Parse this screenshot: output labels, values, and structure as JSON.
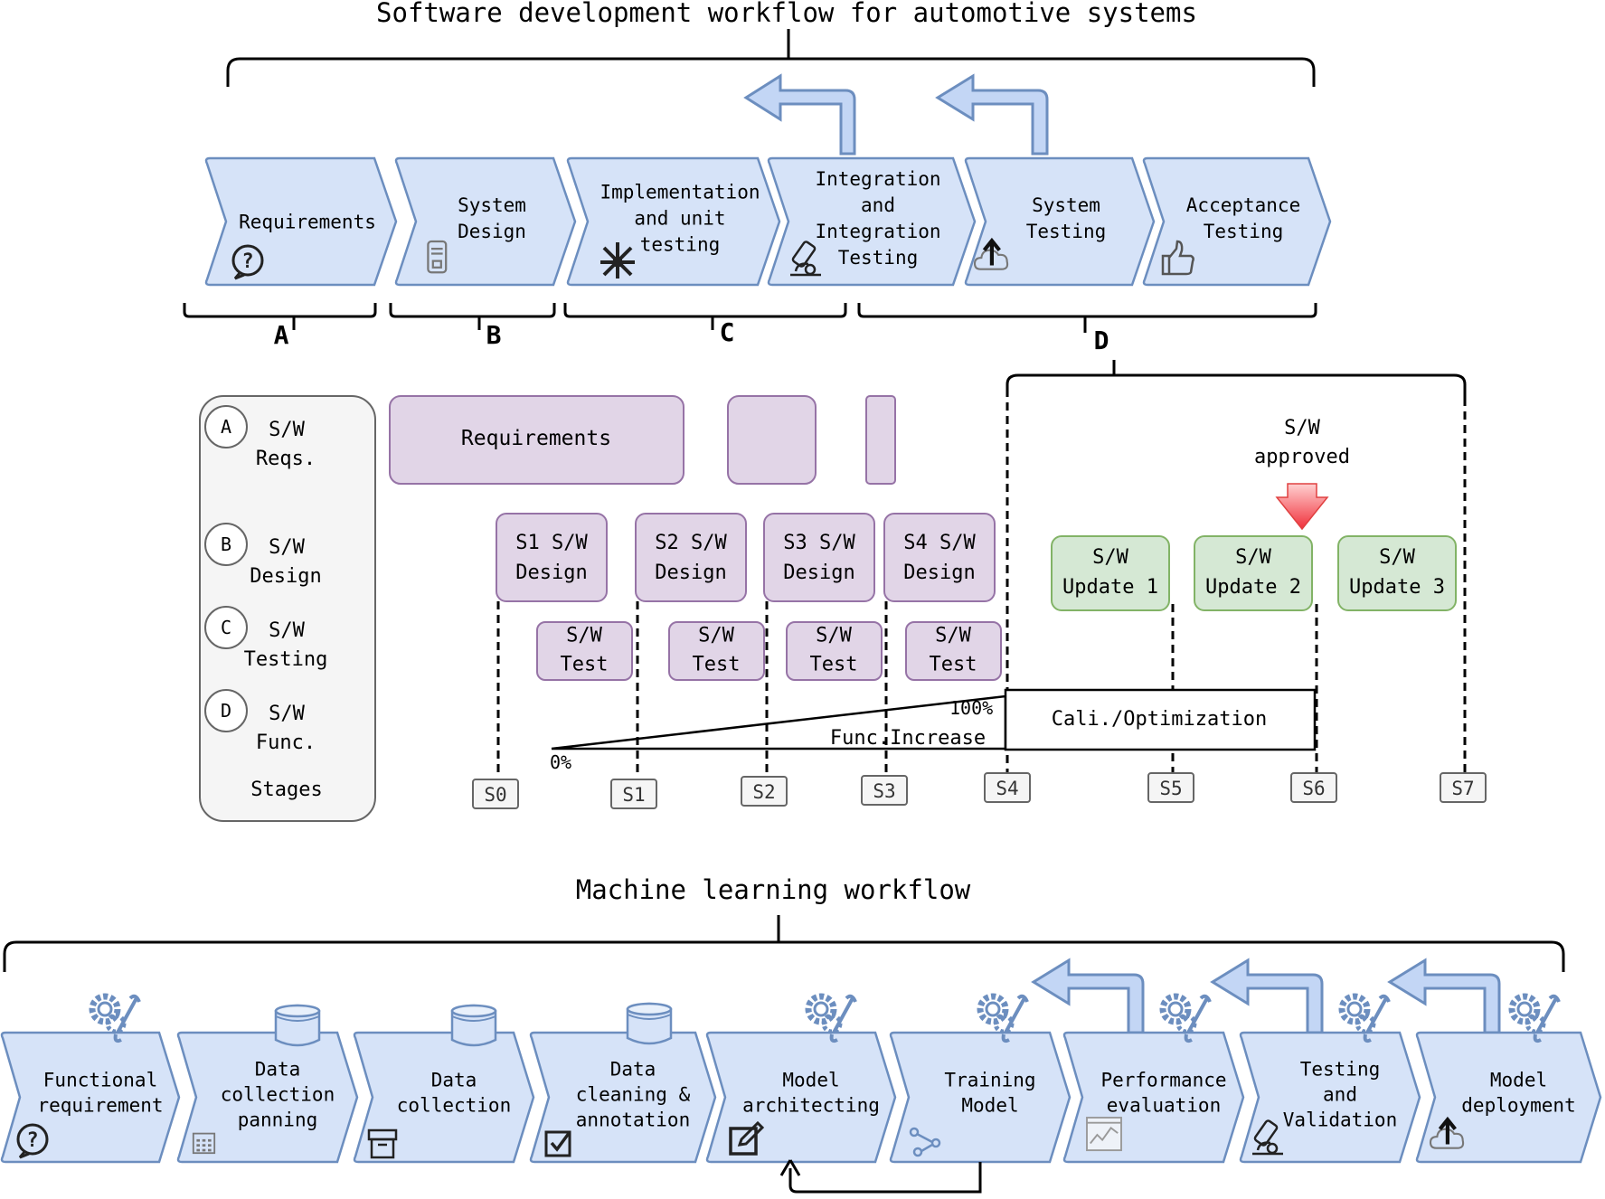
{
  "sw": {
    "title": "Software development workflow for automotive systems",
    "chevrons": [
      {
        "lines": [
          "Requirements"
        ],
        "icon": "question-icon"
      },
      {
        "lines": [
          "System",
          "Design"
        ],
        "icon": "computer-tower-icon"
      },
      {
        "lines": [
          "Implementation",
          "and unit",
          "testing"
        ],
        "icon": "tools-icon"
      },
      {
        "lines": [
          "Integration",
          "and",
          "Integration",
          "Testing"
        ],
        "icon": "microscope-icon"
      },
      {
        "lines": [
          "System",
          "Testing"
        ],
        "icon": "cloud-upload-icon"
      },
      {
        "lines": [
          "Acceptance",
          "Testing"
        ],
        "icon": "thumbs-up-icon"
      }
    ],
    "groups": [
      "A",
      "B",
      "C",
      "D"
    ]
  },
  "stages": {
    "legend": [
      {
        "letter": "A",
        "lines": [
          "S/W",
          "Reqs."
        ]
      },
      {
        "letter": "B",
        "lines": [
          "S/W",
          "Design"
        ]
      },
      {
        "letter": "C",
        "lines": [
          "S/W",
          "Testing"
        ]
      },
      {
        "letter": "D",
        "lines": [
          "S/W",
          "Func."
        ]
      }
    ],
    "legend_footer": "Stages",
    "requirements_label": "Requirements",
    "design_boxes": [
      [
        "S1 S/W",
        "Design"
      ],
      [
        "S2 S/W",
        "Design"
      ],
      [
        "S3 S/W",
        "Design"
      ],
      [
        "S4 S/W",
        "Design"
      ]
    ],
    "test_boxes": [
      [
        "S/W",
        "Test"
      ],
      [
        "S/W",
        "Test"
      ],
      [
        "S/W",
        "Test"
      ],
      [
        "S/W",
        "Test"
      ]
    ],
    "update_boxes": [
      [
        "S/W",
        "Update 1"
      ],
      [
        "S/W",
        "Update 2"
      ],
      [
        "S/W",
        "Update 3"
      ]
    ],
    "approved": [
      "S/W",
      "approved"
    ],
    "func_start": "0%",
    "func_end": "100%",
    "func_label": "Func.Increase",
    "cali_label": "Cali./Optimization",
    "stage_labels": [
      "S0",
      "S1",
      "S2",
      "S3",
      "S4",
      "S5",
      "S6",
      "S7"
    ]
  },
  "ml": {
    "title": "Machine learning workflow",
    "chevrons": [
      {
        "lines": [
          "Functional",
          "requirement"
        ],
        "top": "gears-icon",
        "icon": "question-icon"
      },
      {
        "lines": [
          "Data",
          "collection",
          "panning"
        ],
        "top": "database-icon",
        "icon": "calendar-icon"
      },
      {
        "lines": [
          "Data",
          "collection"
        ],
        "top": "database-icon",
        "icon": "archive-box-icon"
      },
      {
        "lines": [
          "Data",
          "cleaning &",
          "annotation"
        ],
        "top": "database-icon",
        "icon": "checkbox-icon"
      },
      {
        "lines": [
          "Model",
          "architecting"
        ],
        "top": "gears-icon",
        "icon": "edit-icon"
      },
      {
        "lines": [
          "Training",
          "Model"
        ],
        "top": "gears-icon",
        "icon": "share-nodes-icon"
      },
      {
        "lines": [
          "Performance",
          "evaluation"
        ],
        "top": "gears-icon",
        "icon": "line-chart-icon"
      },
      {
        "lines": [
          "Testing",
          "and",
          "Validation"
        ],
        "top": "gears-icon",
        "icon": "microscope-icon"
      },
      {
        "lines": [
          "Model",
          "deployment"
        ],
        "top": "gears-icon",
        "icon": "cloud-upload-icon"
      }
    ]
  },
  "colors": {
    "chevron_fill": "#d6e3f8",
    "chevron_stroke": "#6c8ebf",
    "purple_fill": "#e1d5e7",
    "purple_stroke": "#9673a6",
    "green_fill": "#d5e8d4",
    "green_stroke": "#82b366",
    "arrow_red": "#f8555b",
    "legend_fill": "#f5f5f5"
  }
}
